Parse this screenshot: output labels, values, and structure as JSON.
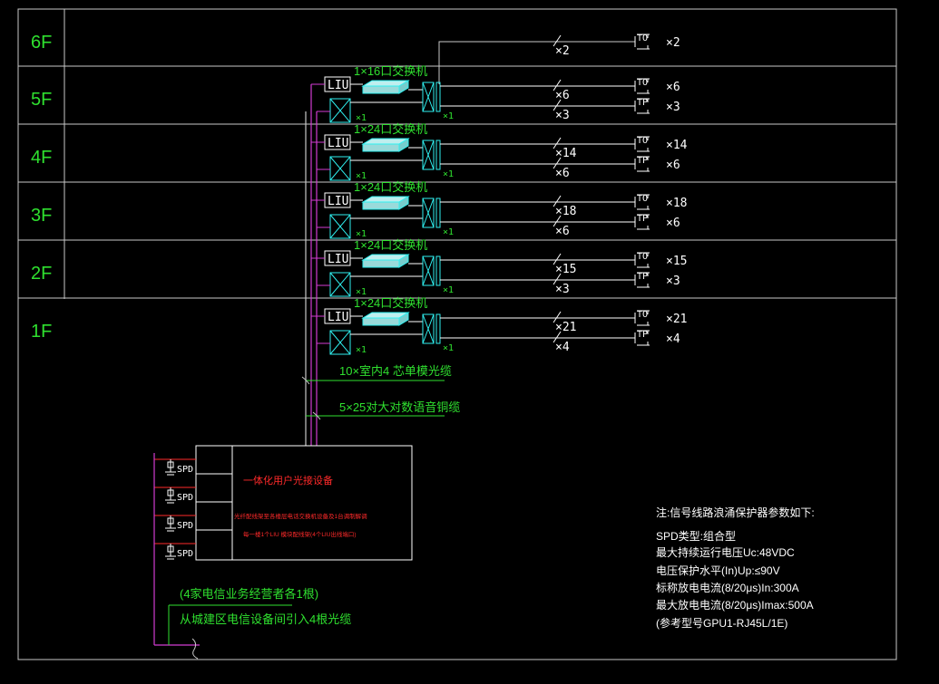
{
  "floors": [
    {
      "label": "6F",
      "switch": "",
      "riser_mult": "",
      "lines": [
        {
          "cable": "×2",
          "tail": "TO",
          "count": "×2"
        }
      ]
    },
    {
      "label": "5F",
      "switch": "1×16口交换机",
      "riser_mult": "×1",
      "lines": [
        {
          "cable": "×6",
          "tail": "TO",
          "count": "×6"
        },
        {
          "cable": "×3",
          "tail": "TP",
          "count": "×3"
        }
      ]
    },
    {
      "label": "4F",
      "switch": "1×24口交换机",
      "riser_mult": "×1",
      "lines": [
        {
          "cable": "×14",
          "tail": "TO",
          "count": "×14"
        },
        {
          "cable": "×6",
          "tail": "TP",
          "count": "×6"
        }
      ]
    },
    {
      "label": "3F",
      "switch": "1×24口交换机",
      "riser_mult": "×1",
      "lines": [
        {
          "cable": "×18",
          "tail": "TO",
          "count": "×18"
        },
        {
          "cable": "×6",
          "tail": "TP",
          "count": "×6"
        }
      ]
    },
    {
      "label": "2F",
      "switch": "1×24口交换机",
      "riser_mult": "×1",
      "lines": [
        {
          "cable": "×15",
          "tail": "TO",
          "count": "×15"
        },
        {
          "cable": "×3",
          "tail": "TP",
          "count": "×3"
        }
      ]
    },
    {
      "label": "1F",
      "switch": "1×24口交换机",
      "riser_mult": "×1",
      "lines": [
        {
          "cable": "×21",
          "tail": "TO",
          "count": "×21"
        },
        {
          "cable": "×4",
          "tail": "TP",
          "count": "×4"
        }
      ]
    }
  ],
  "liu_label": "LIU",
  "cable_fiber": "10×室内4 芯单模光缆",
  "cable_copper": "5×25对大对数语音铜缆",
  "equipment_title": "一体化用户光接设备",
  "equipment_line1": "光纤配线架至各楼层电话交换机设备及1台调制解调",
  "equipment_line2": "每一楼1个LIU 模块配线架(4个LIU出线端口)",
  "spd_labels": [
    "SPD",
    "SPD",
    "SPD",
    "SPD"
  ],
  "bottom_line1": "(4家电信业务经营者各1根)",
  "bottom_line2": "从城建区电信设备间引入4根光缆",
  "notes": {
    "title": "注:信号线路浪涌保护器参数如下:",
    "lines": [
      "SPD类型:组合型",
      "最大持续运行电压Uc:48VDC",
      "电压保护水平(In)Up:≤90V",
      "标称放电电流(8/20μs)In:300A",
      "最大放电电流(8/20μs)Imax:500A",
      "(参考型号GPU1-RJ45L/1E)"
    ]
  },
  "colors": {
    "grid": "#c8c8c8",
    "label": "#2fe02f",
    "cyan": "#2ff0f0",
    "white": "#ffffff",
    "magenta": "#d23cd2",
    "red": "#ff2a2a"
  }
}
